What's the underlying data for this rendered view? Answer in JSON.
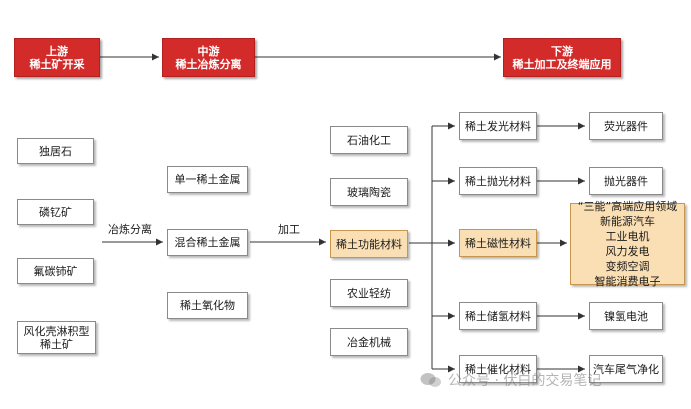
{
  "stages": {
    "upstream": [
      "上游",
      "稀土矿开采"
    ],
    "midstream": [
      "中游",
      "稀土冶炼分离"
    ],
    "downstream": [
      "下游",
      "稀土加工及终端应用"
    ]
  },
  "ores": [
    "独居石",
    "磷钇矿",
    "氟碳铈矿",
    [
      "风化壳淋积型",
      "稀土矿"
    ]
  ],
  "metals": [
    "单一稀土金属",
    "混合稀土金属",
    "稀土氧化物"
  ],
  "edge_labels": {
    "smelting": "冶炼分离",
    "processing": "加工"
  },
  "industries": [
    "石油化工",
    "玻璃陶瓷",
    "稀土功能材料",
    "农业轻纺",
    "冶金机械"
  ],
  "functional_materials": [
    "稀土发光材料",
    "稀土抛光材料",
    "稀土磁性材料",
    "稀土储氢材料",
    "稀土催化材料"
  ],
  "applications": {
    "luminescent": "荧光器件",
    "polishing": "抛光器件",
    "magnetic": [
      "“三能”高端应用领域",
      "新能源汽车",
      "工业电机",
      "风力发电",
      "变频空调",
      "智能消费电子"
    ],
    "hydrogen": "镍氢电池",
    "catalytic": "汽车尾气净化"
  },
  "watermark": "公众号 · 伏白的交易笔记",
  "colors": {
    "stage_red": "#d32a2a",
    "highlight_fill": "#fbdfb4",
    "line": "#333333"
  }
}
